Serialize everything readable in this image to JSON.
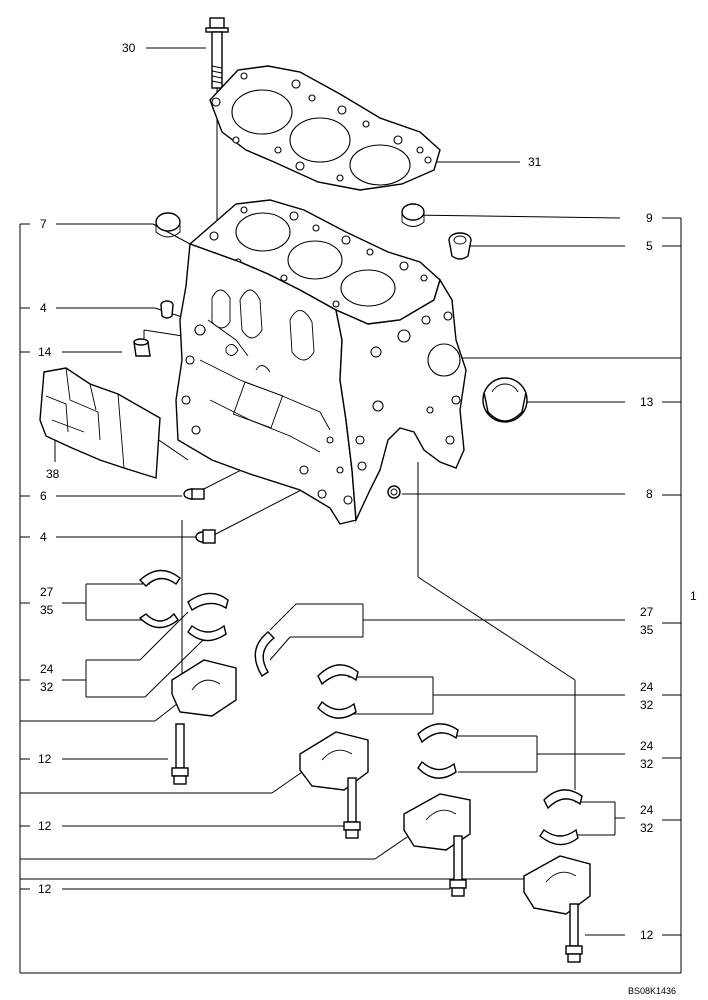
{
  "diagram": {
    "doc_code": "BS08K1436",
    "callouts": {
      "c30": "30",
      "c31": "31",
      "c7": "7",
      "c9": "9",
      "c5": "5",
      "c4a": "4",
      "c14": "14",
      "c38": "38",
      "c13": "13",
      "c6": "6",
      "c8": "8",
      "c4b": "4",
      "c1": "1",
      "c27a": "27",
      "c35a": "35",
      "c27b": "27",
      "c35b": "35",
      "c24a": "24",
      "c32a": "32",
      "c24b": "24",
      "c32b": "32",
      "c24c": "24",
      "c32c": "32",
      "c24d": "24",
      "c32d": "32",
      "c12a": "12",
      "c12b": "12",
      "c12c": "12",
      "c12d": "12"
    }
  }
}
